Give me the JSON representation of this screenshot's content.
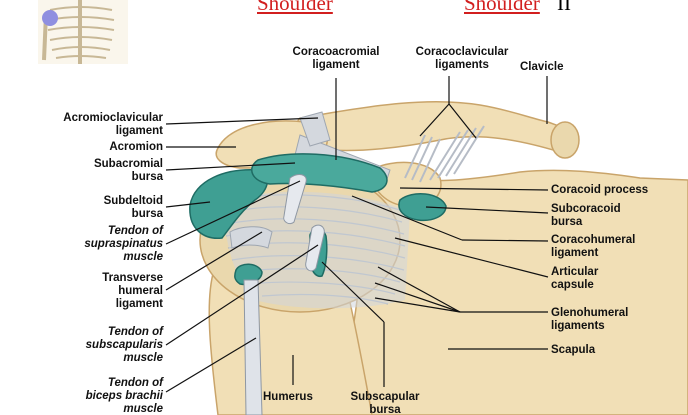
{
  "nav": {
    "link1": "Shoulder",
    "link2": "Shoulder",
    "suffix": "II"
  },
  "labels": {
    "coracoacromial": [
      "Coracoacromial",
      "ligament"
    ],
    "coracoclavicular": [
      "Coracoclavicular",
      "ligaments"
    ],
    "clavicle": [
      "Clavicle"
    ],
    "acromioclavicular": [
      "Acromioclavicular",
      "ligament"
    ],
    "acromion": [
      "Acromion"
    ],
    "subacromial": [
      "Subacromial",
      "bursa"
    ],
    "subdeltoid": [
      "Subdeltoid",
      "bursa"
    ],
    "supraspinatus": [
      "Tendon of",
      "supraspinatus",
      "muscle"
    ],
    "transverse": [
      "Transverse",
      "humeral",
      "ligament"
    ],
    "subscapularis": [
      "Tendon of",
      "subscapularis",
      "muscle"
    ],
    "biceps": [
      "Tendon of",
      "biceps brachii",
      "muscle"
    ],
    "humerus": [
      "Humerus"
    ],
    "subscapular_bursa": [
      "Subscapular",
      "bursa"
    ],
    "coracoid": [
      "Coracoid process"
    ],
    "subcoracoid": [
      "Subcoracoid",
      "bursa"
    ],
    "coracohumeral": [
      "Coracohumeral",
      "ligament"
    ],
    "articular": [
      "Articular",
      "capsule"
    ],
    "glenohumeral": [
      "Glenohumeral",
      "ligaments"
    ],
    "scapula": [
      "Scapula"
    ]
  },
  "colors": {
    "bone": "#f1dfb6",
    "bone_edge": "#c9a46a",
    "bursa": "#3f9f93",
    "ligament": "#c9ced6",
    "link": "#d21f1f"
  }
}
